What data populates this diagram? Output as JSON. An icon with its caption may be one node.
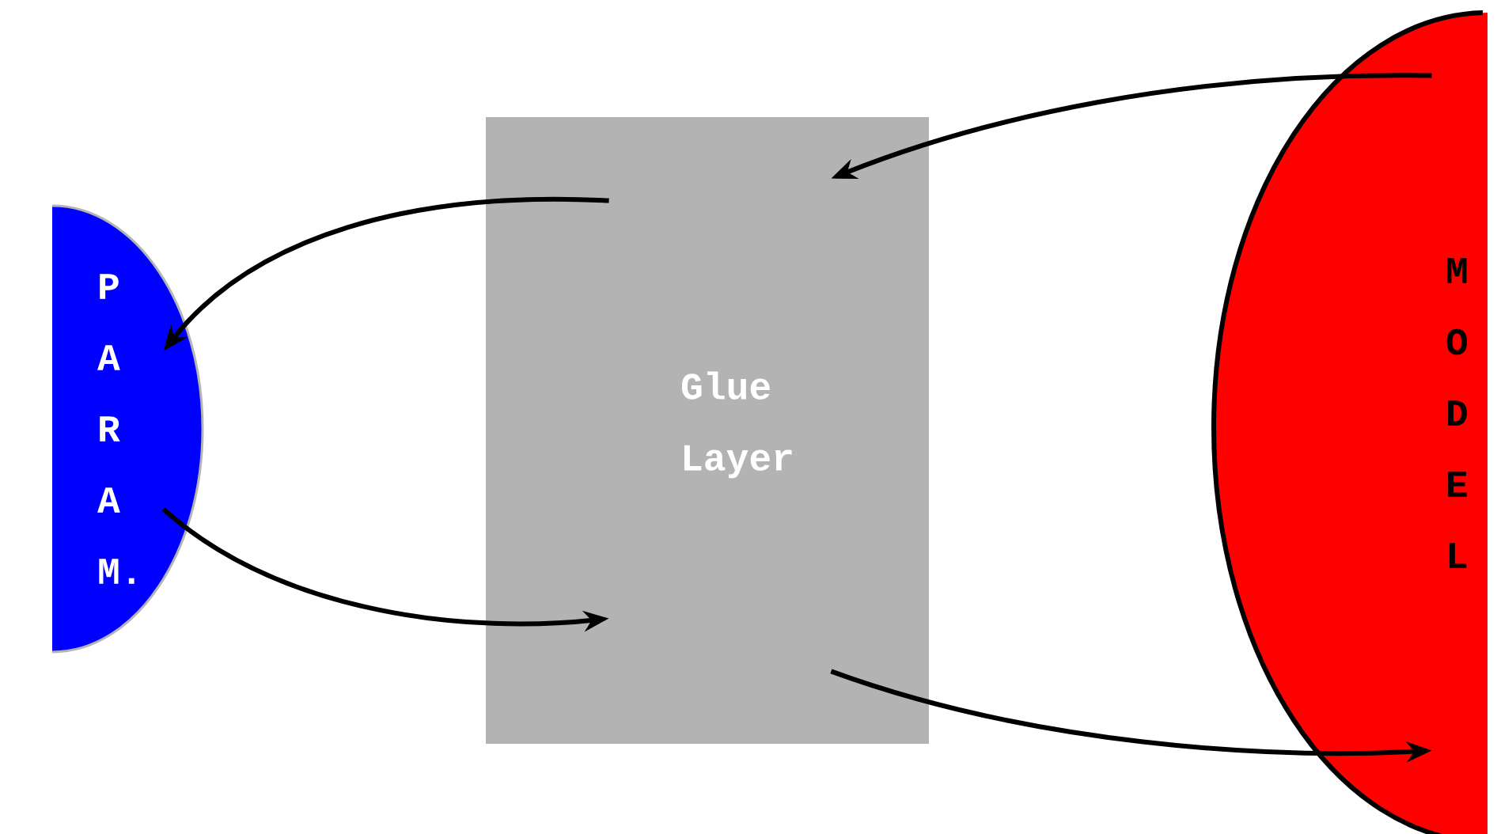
{
  "diagram": {
    "nodes": [
      {
        "text": [
          "P A R A M."
        ]
      },
      {
        "text": [
          "Glue Layer"
        ]
      },
      {
        "text": [
          "M O D E L"
        ]
      }
    ],
    "edges": [
      {
        "from": 2,
        "to": 1,
        "arrow": "to"
      },
      {
        "from": 1,
        "to": 0,
        "arrow": "to"
      },
      {
        "from": 0,
        "to": 1,
        "arrow": "to"
      },
      {
        "from": 1,
        "to": 2,
        "arrow": "to"
      }
    ]
  }
}
